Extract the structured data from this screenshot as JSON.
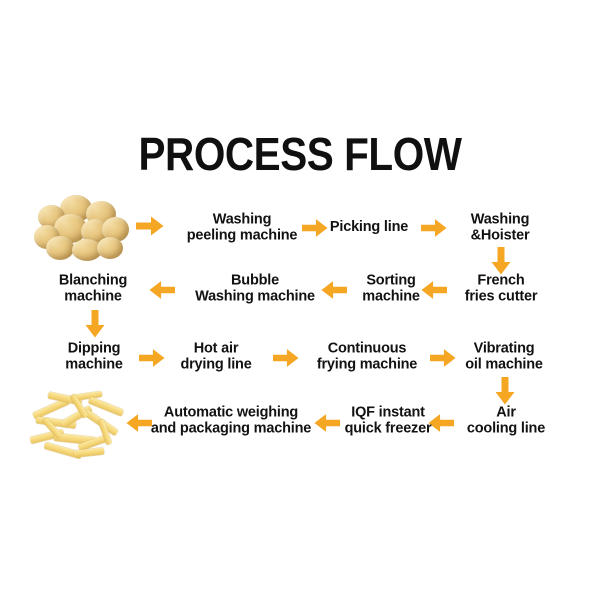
{
  "diagram": {
    "title": "PROCESS FLOW",
    "accent_color": "#F5A623",
    "text_color": "#121212",
    "background_color": "#FFFFFF",
    "layout": "serpentine",
    "rows": 4
  },
  "images": {
    "start": {
      "name": "raw-potatoes-photo",
      "caption": "pile of raw potatoes"
    },
    "end": {
      "name": "french-fries-photo",
      "caption": "pile of french fries"
    }
  },
  "steps": [
    {
      "id": 1,
      "label": "Washing\npeeling machine",
      "row": 1,
      "direction": "right"
    },
    {
      "id": 2,
      "label": "Picking line",
      "row": 1,
      "direction": "right"
    },
    {
      "id": 3,
      "label": "Washing\n&Hoister",
      "row": 1,
      "direction": "right"
    },
    {
      "id": 4,
      "label": "French\nfries cutter",
      "row": 2,
      "direction": "left"
    },
    {
      "id": 5,
      "label": "Sorting\nmachine",
      "row": 2,
      "direction": "left"
    },
    {
      "id": 6,
      "label": "Bubble\nWashing machine",
      "row": 2,
      "direction": "left"
    },
    {
      "id": 7,
      "label": "Blanching\nmachine",
      "row": 2,
      "direction": "left"
    },
    {
      "id": 8,
      "label": "Dipping\nmachine",
      "row": 3,
      "direction": "right"
    },
    {
      "id": 9,
      "label": "Hot air\ndrying line",
      "row": 3,
      "direction": "right"
    },
    {
      "id": 10,
      "label": "Continuous\nfrying machine",
      "row": 3,
      "direction": "right"
    },
    {
      "id": 11,
      "label": "Vibrating\noil machine",
      "row": 3,
      "direction": "right"
    },
    {
      "id": 12,
      "label": "Air\ncooling line",
      "row": 4,
      "direction": "left"
    },
    {
      "id": 13,
      "label": "IQF instant\nquick freezer",
      "row": 4,
      "direction": "left"
    },
    {
      "id": 14,
      "label": "Automatic weighing\nand packaging machine",
      "row": 4,
      "direction": "left"
    }
  ],
  "connectors": [
    {
      "name": "arrow-potatoes-to-washing-peeling",
      "direction": "right"
    },
    {
      "name": "arrow-washing-peeling-to-picking",
      "direction": "right"
    },
    {
      "name": "arrow-picking-to-washing-hoister",
      "direction": "right"
    },
    {
      "name": "arrow-washing-hoister-to-french-fries-cutter",
      "direction": "down"
    },
    {
      "name": "arrow-french-fries-cutter-to-sorting",
      "direction": "left"
    },
    {
      "name": "arrow-sorting-to-bubble-washing",
      "direction": "left"
    },
    {
      "name": "arrow-bubble-washing-to-blanching",
      "direction": "left"
    },
    {
      "name": "arrow-blanching-to-dipping",
      "direction": "down"
    },
    {
      "name": "arrow-dipping-to-hot-air-drying",
      "direction": "right"
    },
    {
      "name": "arrow-hot-air-drying-to-continuous-frying",
      "direction": "right"
    },
    {
      "name": "arrow-continuous-frying-to-vibrating-oil",
      "direction": "right"
    },
    {
      "name": "arrow-vibrating-oil-to-air-cooling",
      "direction": "down"
    },
    {
      "name": "arrow-air-cooling-to-iqf-freezer",
      "direction": "left"
    },
    {
      "name": "arrow-iqf-freezer-to-packaging",
      "direction": "left"
    },
    {
      "name": "arrow-packaging-to-fries",
      "direction": "left"
    }
  ]
}
